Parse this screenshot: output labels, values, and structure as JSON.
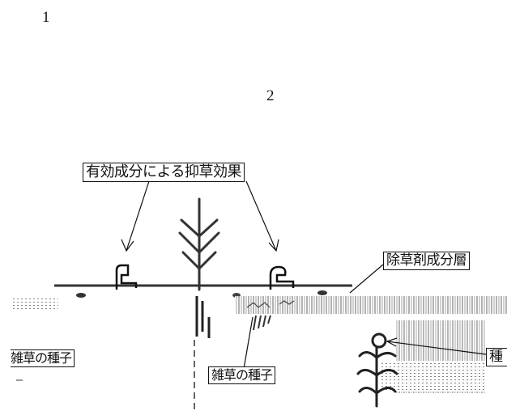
{
  "page_numbers": [
    "1",
    "2"
  ],
  "labels": {
    "effect": "有効成分による抑草効果",
    "layer": "除草剤成分層",
    "seed_left": "雑草の種子",
    "seed_center": "雑草の種子",
    "seed_right_cut": "種"
  },
  "colors": {
    "line": "#111111",
    "hatch": "#555555"
  }
}
